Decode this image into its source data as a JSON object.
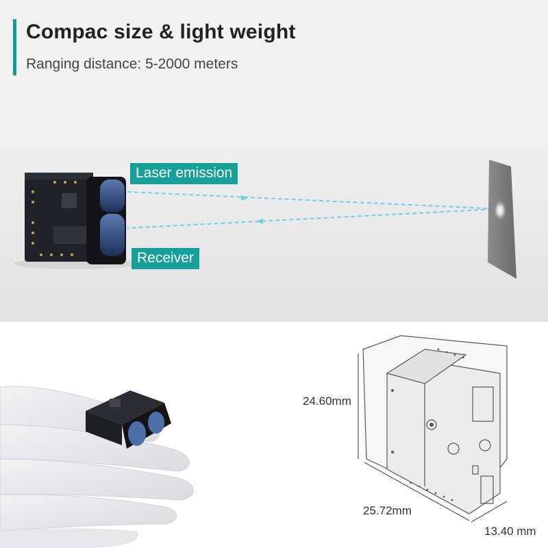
{
  "header": {
    "title": "Compac size & light weight",
    "subtitle": "Ranging distance: 5-2000 meters"
  },
  "scene": {
    "emission_label": "Laser emission",
    "receiver_label": "Receiver"
  },
  "dimensions": {
    "height": "24.60mm",
    "width": "25.72mm",
    "depth": "13.40 mm"
  },
  "colors": {
    "accent": "#169c97",
    "laser_line": "#6fcfe8"
  }
}
